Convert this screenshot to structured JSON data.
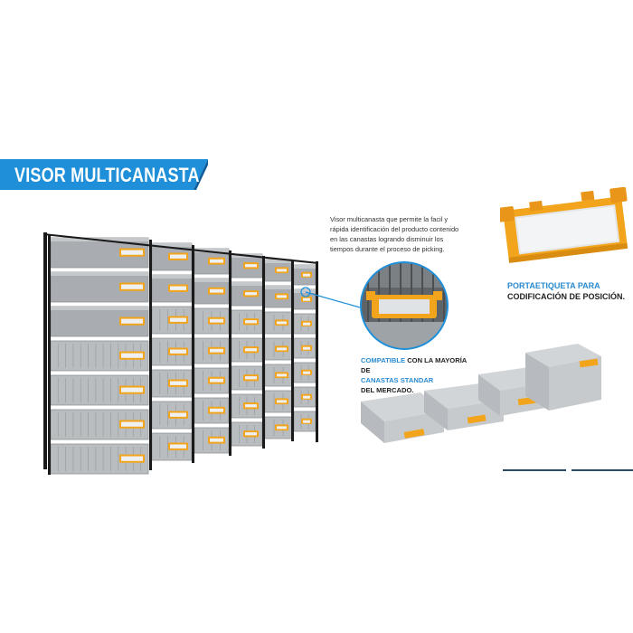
{
  "banner": {
    "title": "VISOR MULTICANASTA"
  },
  "description": {
    "line1": "Visor multicanasta que permite la facil y",
    "line2": "rápida identificación del producto contenido",
    "line3": "en las canastas logrando disminuir los",
    "line4": "tiempos durante el proceso de picking."
  },
  "compatibility": {
    "highlight": "COMPATIBLE",
    "rest1": " CON LA MAYORÍA DE",
    "line2": "CANASTAS STANDAR",
    "line3": "DEL MERCADO."
  },
  "label_holder": {
    "highlight": "PORTAETIQUETA PARA",
    "line2": "CODIFICACIÓN DE POSICIÓN."
  },
  "colors": {
    "brand_blue": "#1e8fd8",
    "accent_orange": "#f2a51c",
    "crate_gray": "#b9bdc0",
    "rack_black": "#1a1a1a"
  }
}
